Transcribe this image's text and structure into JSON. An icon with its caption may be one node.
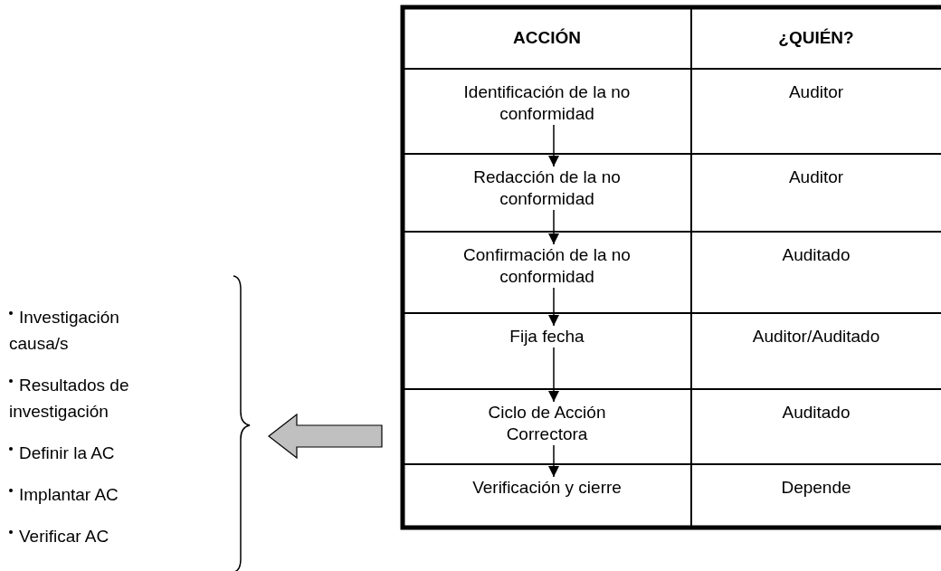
{
  "diagram": {
    "nodes": [
      {
        "text": [
          "Identificación de la no conformidad"
        ]
      },
      {
        "text": [
          "Redacción de la no conformidad"
        ]
      },
      {
        "text": [
          "Confirmación de la no conformidad"
        ]
      },
      {
        "text": [
          "Fija fecha"
        ]
      },
      {
        "text": [
          "Ciclo de Acción Correctora"
        ]
      },
      {
        "text": [
          "Verificación y cierre"
        ]
      },
      {
        "text": [
          "Investigación causa/s",
          "Resultados de investigación",
          "Definir la AC",
          "Implantar AC",
          "Verificar AC"
        ]
      }
    ],
    "edges": [
      {
        "from": 0,
        "to": 1,
        "arrow": "to"
      },
      {
        "from": 1,
        "to": 2,
        "arrow": "to"
      },
      {
        "from": 2,
        "to": 3,
        "arrow": "to"
      },
      {
        "from": 3,
        "to": 4,
        "arrow": "to"
      },
      {
        "from": 4,
        "to": 5,
        "arrow": "to"
      },
      {
        "from": null,
        "to": 6,
        "arrow": "to",
        "style": "thick",
        "color": "#c0c0c0"
      }
    ],
    "labels": [
      "ACCIÓN",
      "¿QUIÉN?",
      "Auditor",
      "Auditor",
      "Auditado",
      "Auditor/Auditado",
      "Auditado",
      "Depende"
    ]
  }
}
